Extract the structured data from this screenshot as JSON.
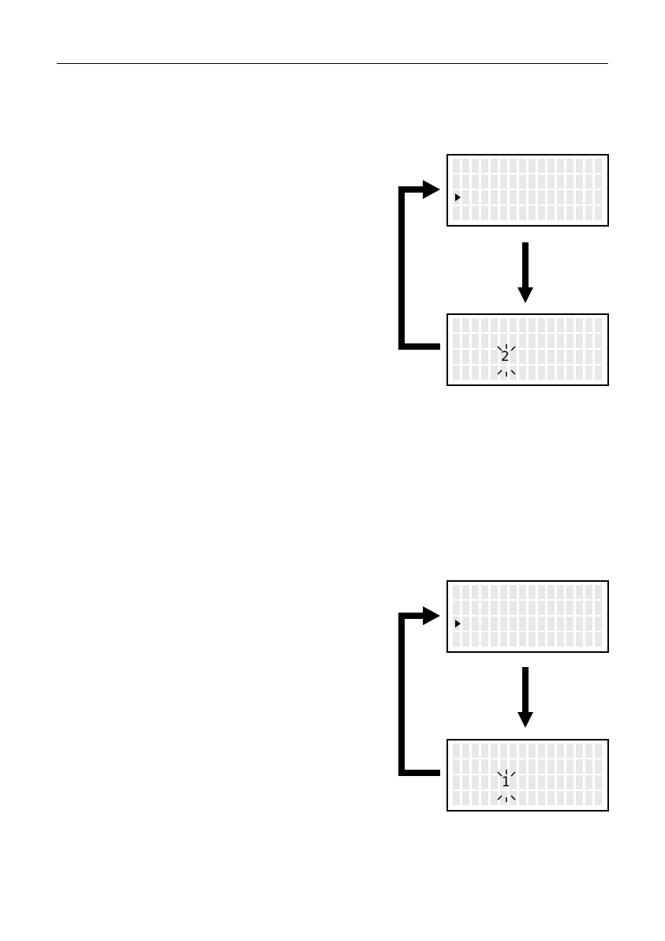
{
  "diagrams": [
    {
      "id": "top",
      "blink_digit": "2"
    },
    {
      "id": "bottom",
      "blink_digit": "1"
    }
  ],
  "colors": {
    "ink": "#000000",
    "cell": "#e8e8e8"
  },
  "icons": {
    "cursor": "triangle-right-icon",
    "blink": "sparkle-icon",
    "flow": "arrow-icon"
  }
}
